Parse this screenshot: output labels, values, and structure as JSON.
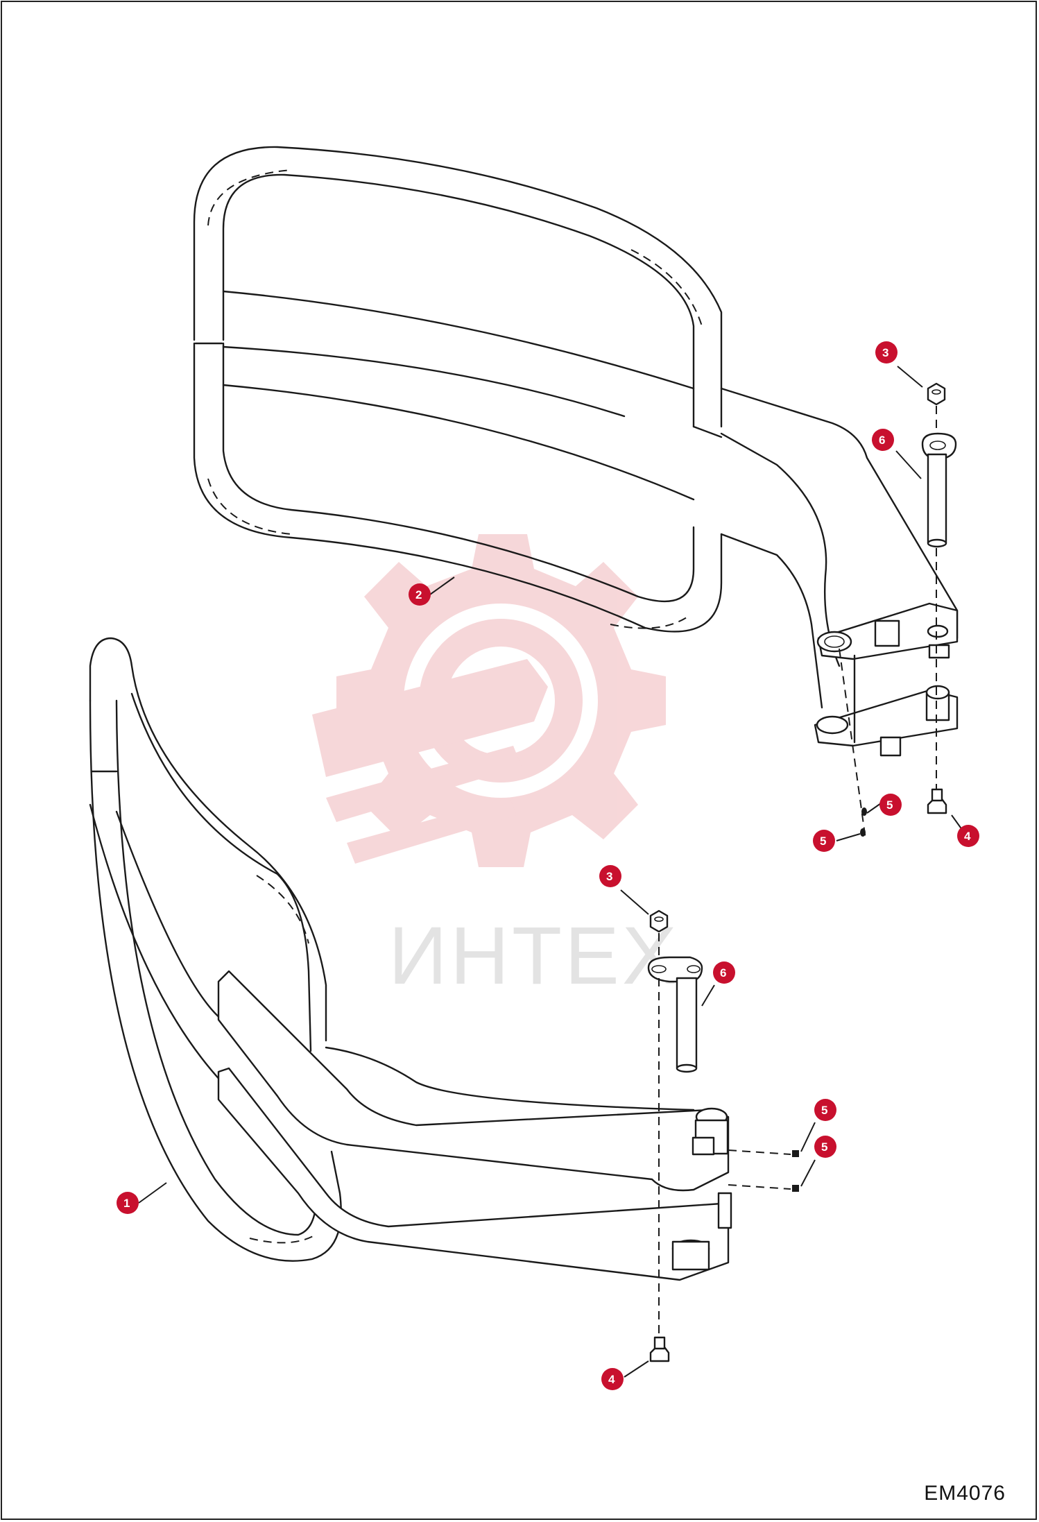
{
  "watermark": {
    "text": "ИНТЕХ"
  },
  "drawing_code": "EM4076",
  "callouts": [
    "1",
    "2",
    "3",
    "3",
    "4",
    "4",
    "5",
    "5",
    "5",
    "5",
    "6",
    "6"
  ],
  "colors": {
    "callout": "#c8102e",
    "watermark": "#f4c9cc",
    "line": "#1a1a1a"
  }
}
